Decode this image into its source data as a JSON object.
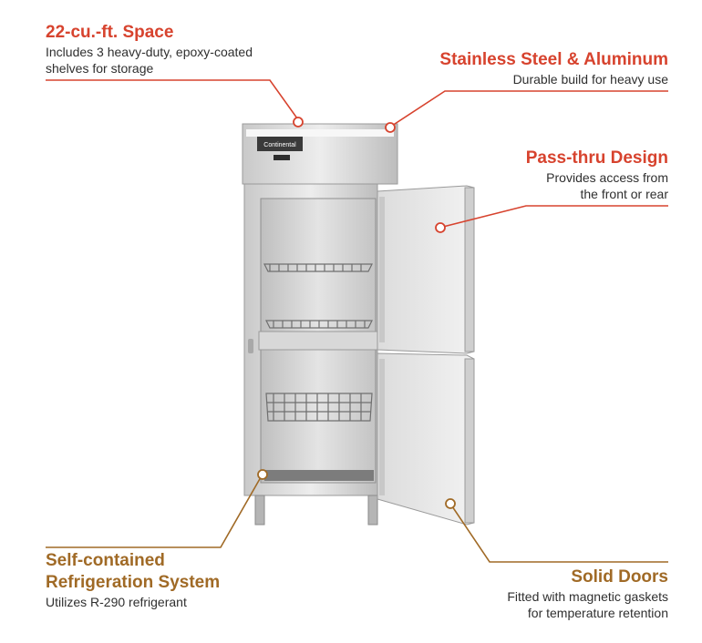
{
  "colors": {
    "red": "#d7432e",
    "brown": "#a06a26"
  },
  "product": {
    "brand_plate": "Continental"
  },
  "callouts": {
    "space": {
      "title": "22-cu.-ft. Space",
      "desc1": "Includes 3 heavy-duty, epoxy-coated",
      "desc2": "shelves for storage"
    },
    "steel": {
      "title": "Stainless Steel & Aluminum",
      "desc1": "Durable build for heavy use"
    },
    "passthru": {
      "title": "Pass-thru Design",
      "desc1": "Provides access from",
      "desc2": "the front or rear"
    },
    "selfcontained": {
      "title1": "Self-contained",
      "title2": "Refrigeration System",
      "desc1": "Utilizes R-290 refrigerant"
    },
    "doors": {
      "title": "Solid Doors",
      "desc1": "Fitted with magnetic gaskets",
      "desc2": "for temperature retention"
    }
  }
}
